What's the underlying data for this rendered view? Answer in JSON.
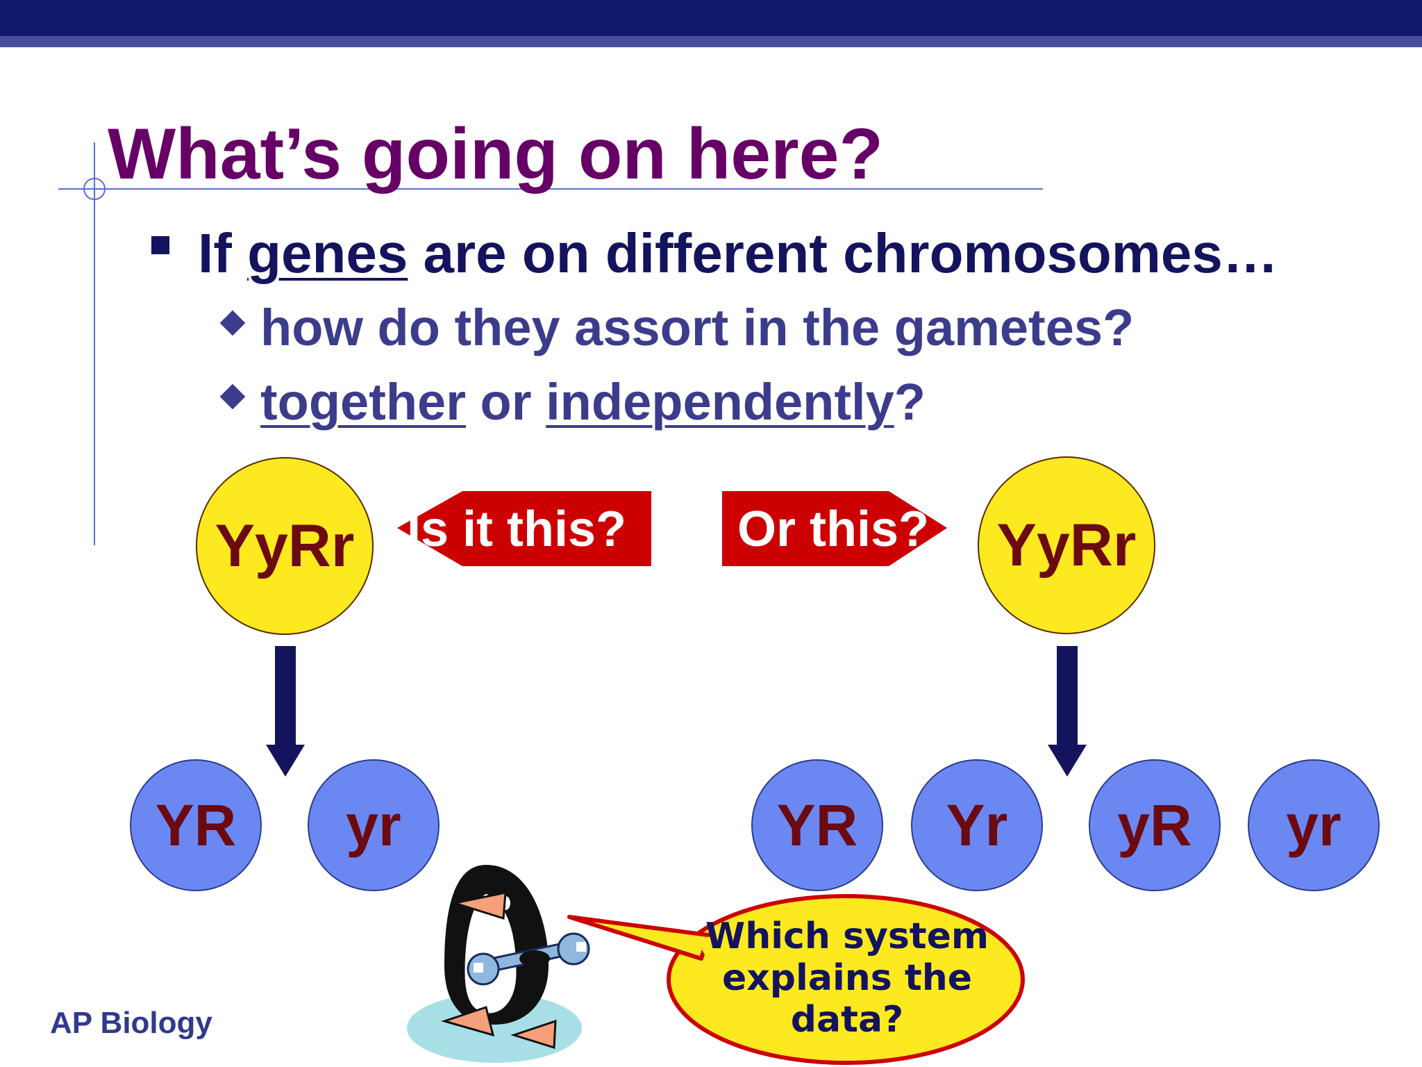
{
  "slide": {
    "title": "What’s going on here?",
    "bullet1": {
      "prefix": "If ",
      "underlined": "genes",
      "suffix": " are on different chromosomes…"
    },
    "sub1": "how do they assort in the gametes?",
    "sub2": {
      "word1": "together",
      "middle": " or ",
      "word2": "independently",
      "end": "?"
    },
    "footer": "AP Biology"
  },
  "diagram": {
    "left_parent": "YyRr",
    "right_parent": "YyRr",
    "left_tag": "Is it this?",
    "right_tag": "Or this?",
    "left_gametes": [
      "YR",
      "yr"
    ],
    "right_gametes": [
      "YR",
      "Yr",
      "yR",
      "yr"
    ]
  },
  "callout": {
    "line1": "Which system",
    "line2": "explains the",
    "line3": "data?"
  },
  "colors": {
    "title": "#660066",
    "bar": "#11196a",
    "parent_cell": "#fde91f",
    "gamete_cell": "#6b88f2",
    "tag": "#cc0000",
    "arrow": "#13135e"
  }
}
